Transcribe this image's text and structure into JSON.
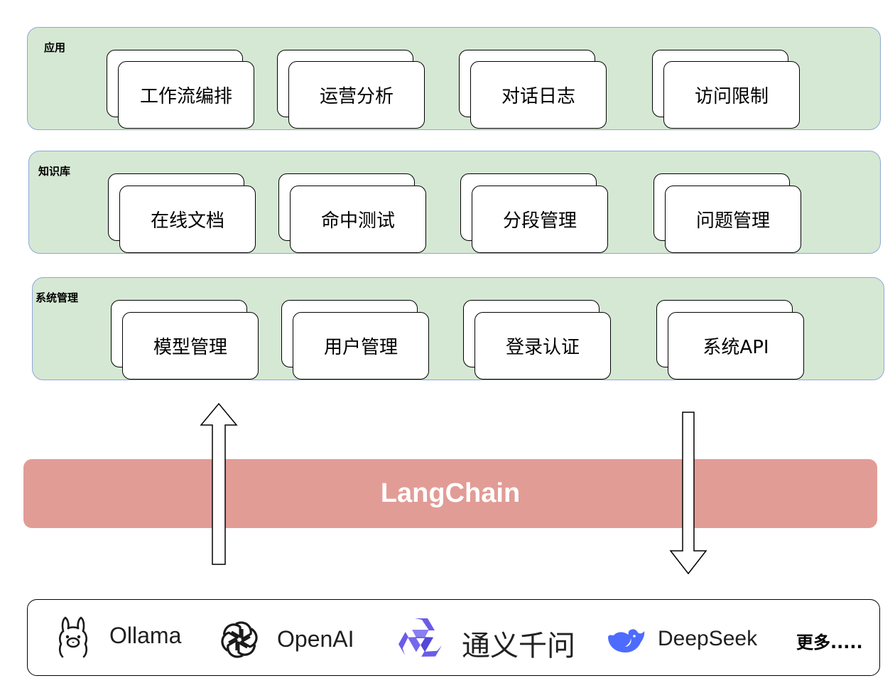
{
  "layers": [
    {
      "title": "应用",
      "items": [
        "工作流编排",
        "运营分析",
        "对话日志",
        "访问限制"
      ]
    },
    {
      "title": "知识库",
      "items": [
        "在线文档",
        "命中测试",
        "分段管理",
        "问题管理"
      ]
    },
    {
      "title": "系统管理",
      "items": [
        "模型管理",
        "用户管理",
        "登录认证",
        "系统API"
      ]
    }
  ],
  "middleware": {
    "label": "LangChain"
  },
  "providers": [
    {
      "label": "Ollama",
      "icon": "ollama-llama-icon"
    },
    {
      "label": "OpenAI",
      "icon": "openai-knot-icon"
    },
    {
      "label": "通义千问",
      "icon": "qwen-star-icon"
    },
    {
      "label": "DeepSeek",
      "icon": "deepseek-whale-icon"
    }
  ],
  "more": "更多.....",
  "colors": {
    "layer_fill": "#d5e8d4",
    "layer_border": "#8fa7d6",
    "langchain_fill": "#e29c96",
    "qwen": "#6a5ce8",
    "deepseek": "#4d6bfe"
  }
}
